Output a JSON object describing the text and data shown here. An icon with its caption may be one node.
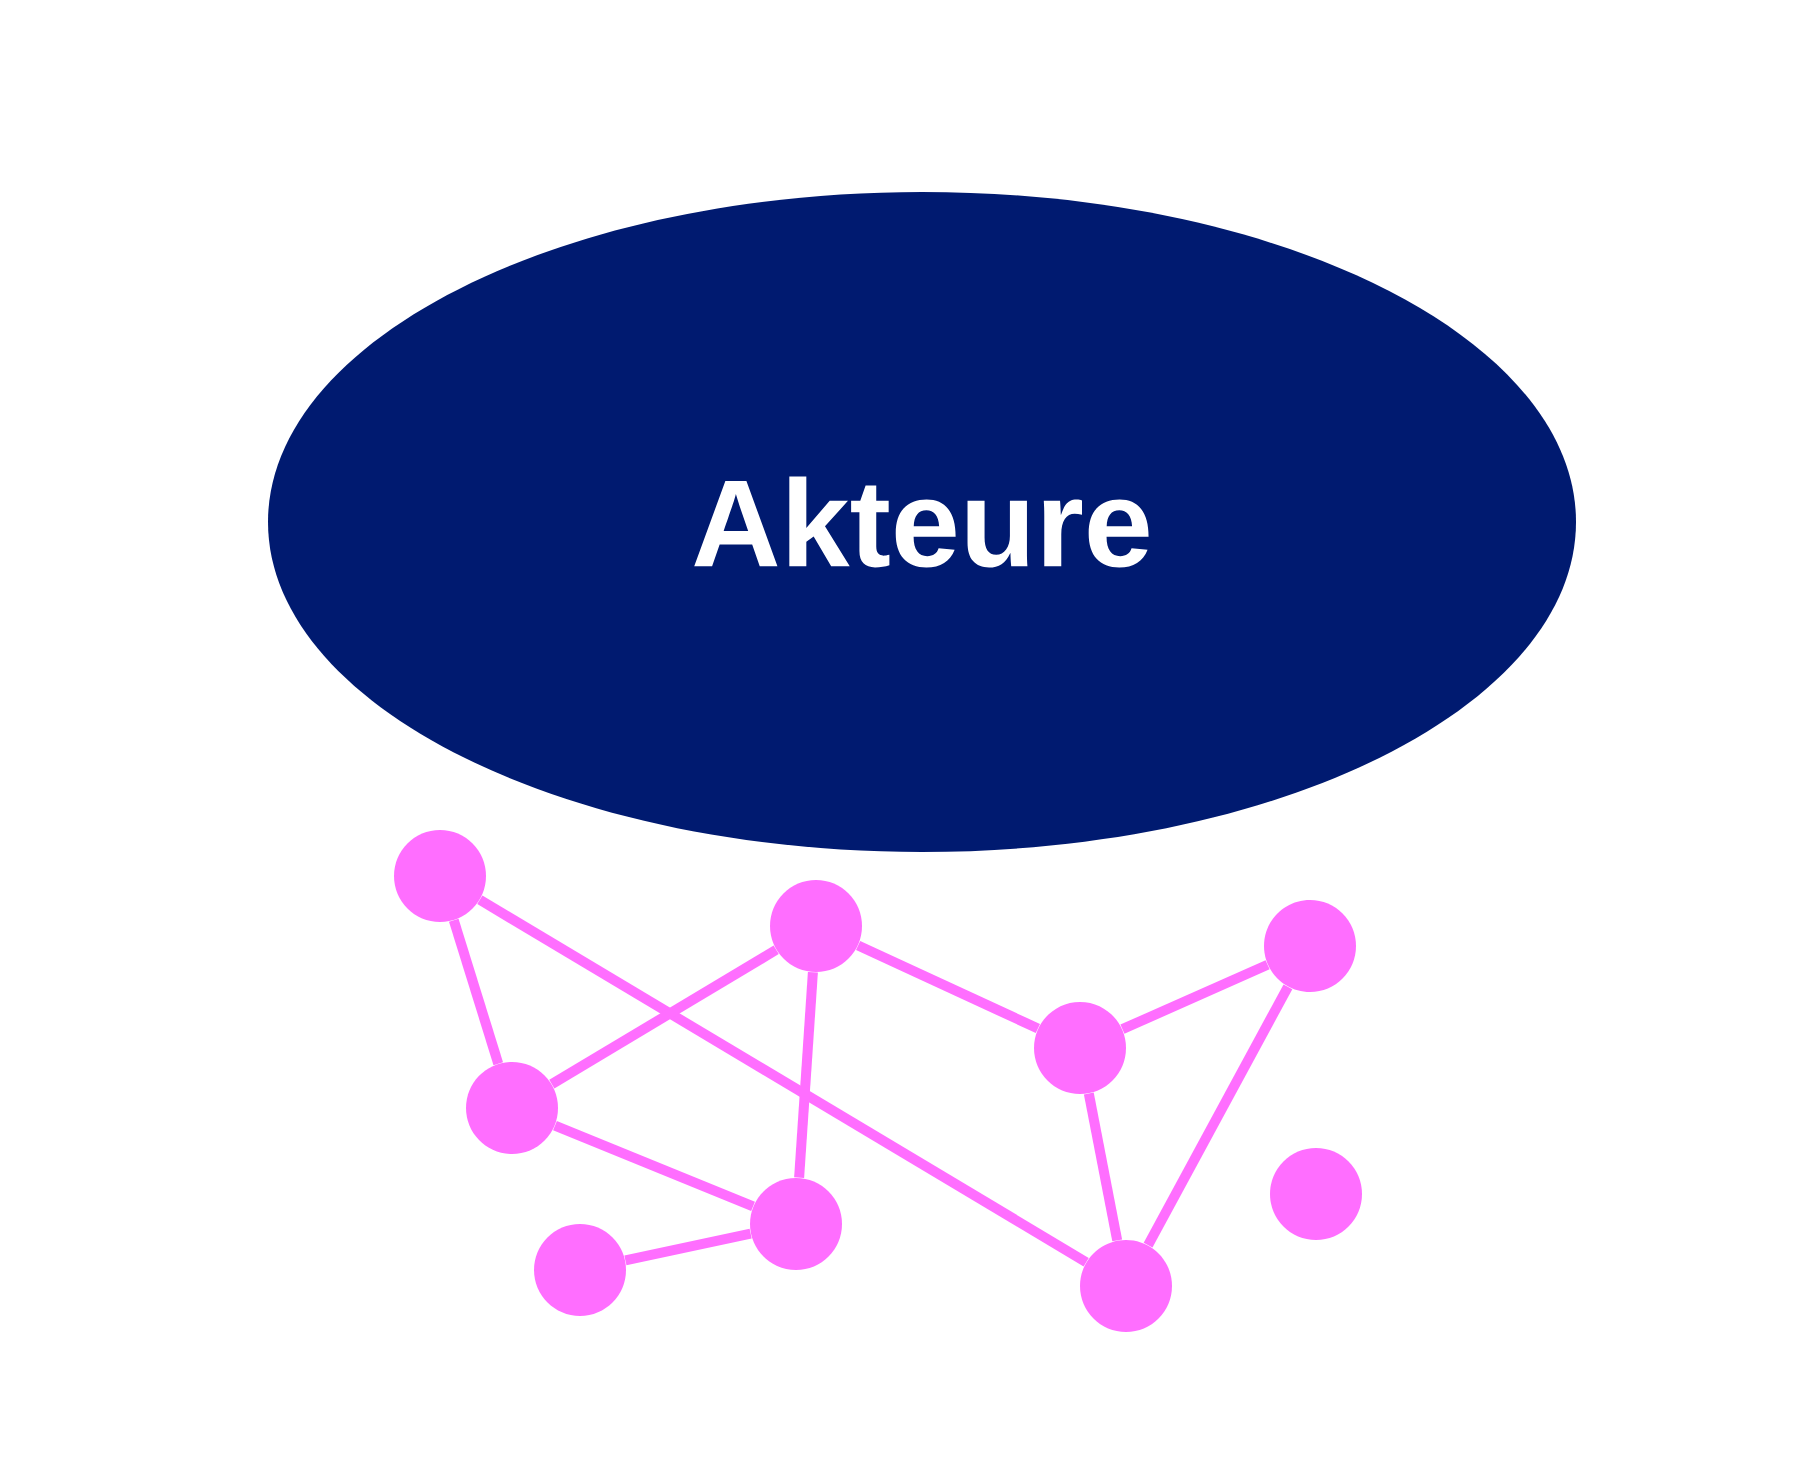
{
  "diagram": {
    "nodes": [
      {
        "text": [
          "Akteure"
        ]
      },
      {
        "text": [],
        "shape": "circle"
      },
      {
        "text": [],
        "shape": "circle"
      },
      {
        "text": [],
        "shape": "circle"
      },
      {
        "text": [],
        "shape": "circle"
      },
      {
        "text": [],
        "shape": "circle"
      },
      {
        "text": [],
        "shape": "circle"
      },
      {
        "text": [],
        "shape": "circle"
      },
      {
        "text": [],
        "shape": "circle"
      },
      {
        "text": [],
        "shape": "circle"
      }
    ],
    "edges": [
      {
        "from": 1,
        "to": 2,
        "arrow": "none"
      },
      {
        "from": 1,
        "to": 7,
        "arrow": "none"
      },
      {
        "from": 5,
        "to": 2,
        "arrow": "none"
      },
      {
        "from": 5,
        "to": 4,
        "arrow": "none"
      },
      {
        "from": 5,
        "to": 6,
        "arrow": "none"
      },
      {
        "from": 6,
        "to": 8,
        "arrow": "none"
      },
      {
        "from": 6,
        "to": 7,
        "arrow": "none"
      },
      {
        "from": 8,
        "to": 7,
        "arrow": "none"
      },
      {
        "from": 2,
        "to": 4,
        "arrow": "none"
      },
      {
        "from": 3,
        "to": 4,
        "arrow": "none"
      }
    ]
  }
}
